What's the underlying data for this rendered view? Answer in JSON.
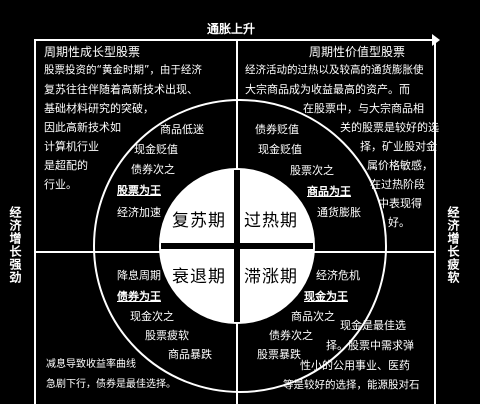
{
  "axes": {
    "top": "通胀上升",
    "left": "经济增长强劲",
    "right": "经济增长疲软"
  },
  "quadrant_titles": {
    "top_left": "周期性成长型股票",
    "top_right": "周期性价值型股票"
  },
  "texts": {
    "tl": [
      "股票投资的“黄金时期”，由于经济",
      "复苏往往伴随着高新技术出现、",
      "基础材料研究的突破，",
      "因此高新技术如",
      "计算机行业",
      "是超配的",
      "行业。"
    ],
    "tr": [
      "经济活动的过热以及较高的通货膨胀使",
      "大宗商品成为收益最高的资产。而",
      "在股票中，与大宗商品相",
      "关的股票是较好的选",
      "择，矿业股对金",
      "属价格敏感，",
      "在过热阶段",
      "中表现得",
      "好。"
    ],
    "bl": [
      "减息导致收益率曲线",
      "急剧下行，债券是最佳选择。"
    ],
    "br": [
      "现金是最佳选",
      "择。股票中需求弹",
      "性小的公用事业、医药",
      "等是较好的选择，能源股对石"
    ]
  },
  "phases": {
    "recovery": "复苏期",
    "overheat": "过热期",
    "recession": "衰退期",
    "stagflation": "滞涨期"
  },
  "ring": {
    "recovery": [
      "商品低迷",
      "现金贬值",
      "债券次之",
      "股票为王",
      "经济加速"
    ],
    "overheat": [
      "债券贬值",
      "现金贬值",
      "股票次之",
      "商品为王",
      "通货膨胀"
    ],
    "recession": [
      "降息周期",
      "债券为王",
      "现金次之",
      "股票疲软",
      "商品暴跌"
    ],
    "stagflation": [
      "经济危机",
      "现金为王",
      "商品次之",
      "债券次之",
      "股票暴跌"
    ]
  },
  "colors": {
    "background": "#000000",
    "line": "#ffffff",
    "inner_circle": "#ffffff"
  }
}
